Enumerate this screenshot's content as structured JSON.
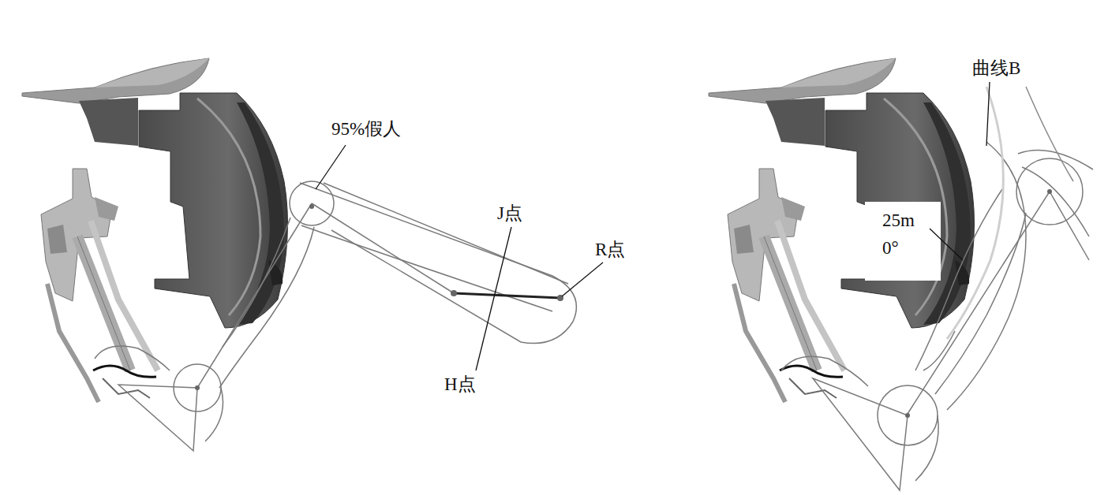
{
  "diagram": {
    "labels": [
      "95%假人",
      "J点",
      "R点",
      "H点",
      "曲线B",
      "25m 0°"
    ]
  }
}
